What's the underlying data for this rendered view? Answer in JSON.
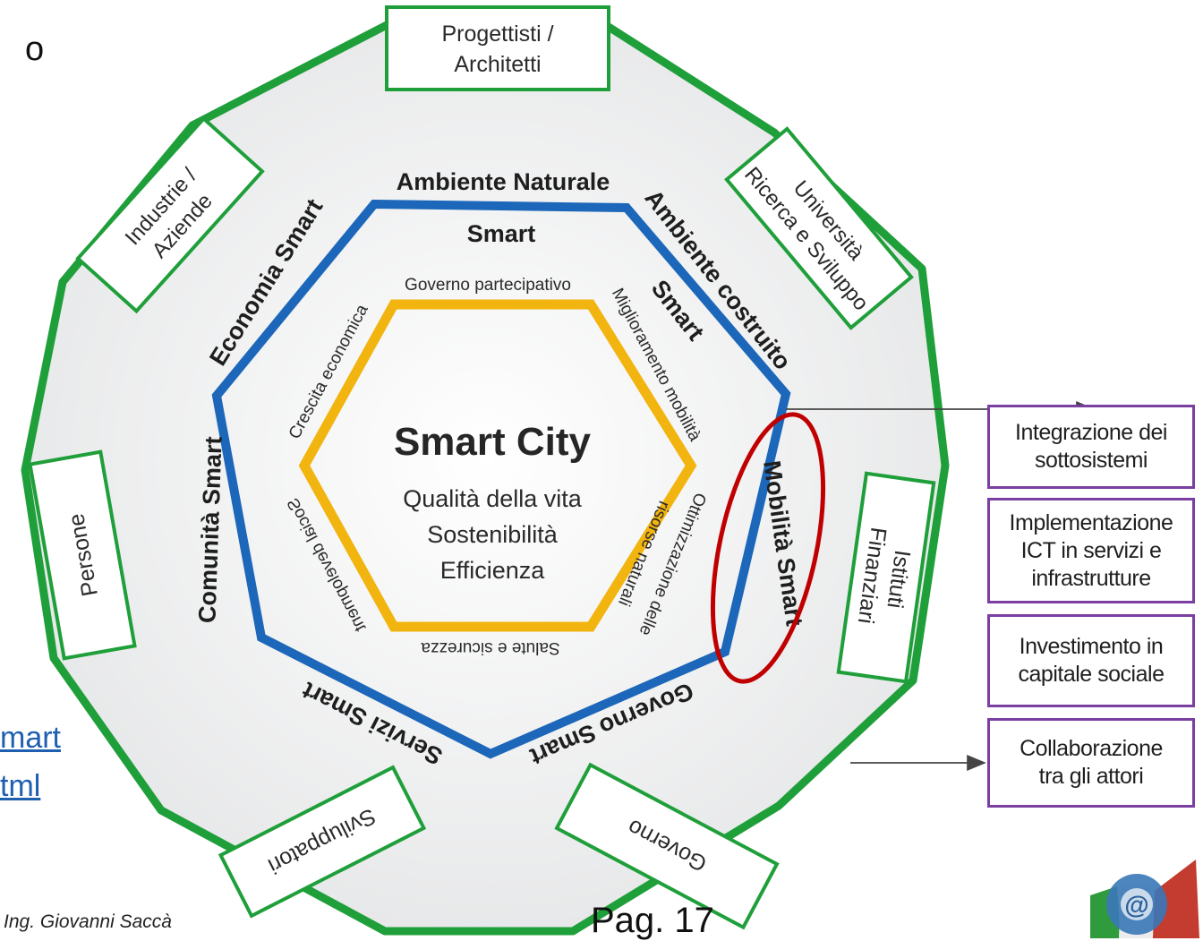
{
  "slide": {
    "partial_title": "o",
    "link_line_1": "mart",
    "link_line_2": "tml",
    "author": "Ing. Giovanni Saccà",
    "page": "Pag. 17"
  },
  "stakeholders": [
    {
      "line1": "Progettisti /",
      "line2": "Architetti"
    },
    {
      "line1": "Università",
      "line2": "Ricerca e Sviluppo"
    },
    {
      "line1": "Istituti",
      "line2": "Finanziari"
    },
    {
      "line1": "Governo",
      "line2": ""
    },
    {
      "line1": "Sviluppatori",
      "line2": ""
    },
    {
      "line1": "Persone",
      "line2": ""
    },
    {
      "line1": "Industrie /",
      "line2": "Aziende"
    }
  ],
  "blue_labels": {
    "ambiente_naturale_1": "Ambiente Naturale",
    "ambiente_naturale_2": "Smart",
    "ambiente_costruito_1": "Ambiente costruito",
    "ambiente_costruito_2": "Smart",
    "mobilita": "Mobilità Smart",
    "governo": "Governo Smart",
    "servizi": "Servizi Smart",
    "comunita": "Comunità Smart",
    "economia": "Economia Smart"
  },
  "yellow_labels": {
    "governo_partecipativo": "Governo partecipativo",
    "miglioramento_mobilita": "Miglioramento mobilità",
    "ottimizzazione_1": "Ottimizzazione delle",
    "ottimizzazione_2": "risorse naturali",
    "salute": "Salute e sicurezza",
    "social": "Social development",
    "crescita": "Crescita economica"
  },
  "center": {
    "title": "Smart City",
    "line1": "Qualità della vita",
    "line2": "Sostenibilità",
    "line3": "Efficienza"
  },
  "side_boxes": [
    {
      "line1": "Integrazione dei",
      "line2": "sottosistemi",
      "line3": ""
    },
    {
      "line1": "Implementazione",
      "line2": "ICT in servizi e",
      "line3": "infrastrutture"
    },
    {
      "line1": "Investimento in",
      "line2": "capitale sociale",
      "line3": ""
    },
    {
      "line1": "Collaborazione",
      "line2": "tra gli attori",
      "line3": ""
    }
  ],
  "colors": {
    "outer_green": "#1f9f3a",
    "blue_ring": "#1c67b9",
    "yellow_ring": "#f2b40f",
    "highlight_red": "#c00000",
    "box_purple": "#7a3fa1"
  }
}
